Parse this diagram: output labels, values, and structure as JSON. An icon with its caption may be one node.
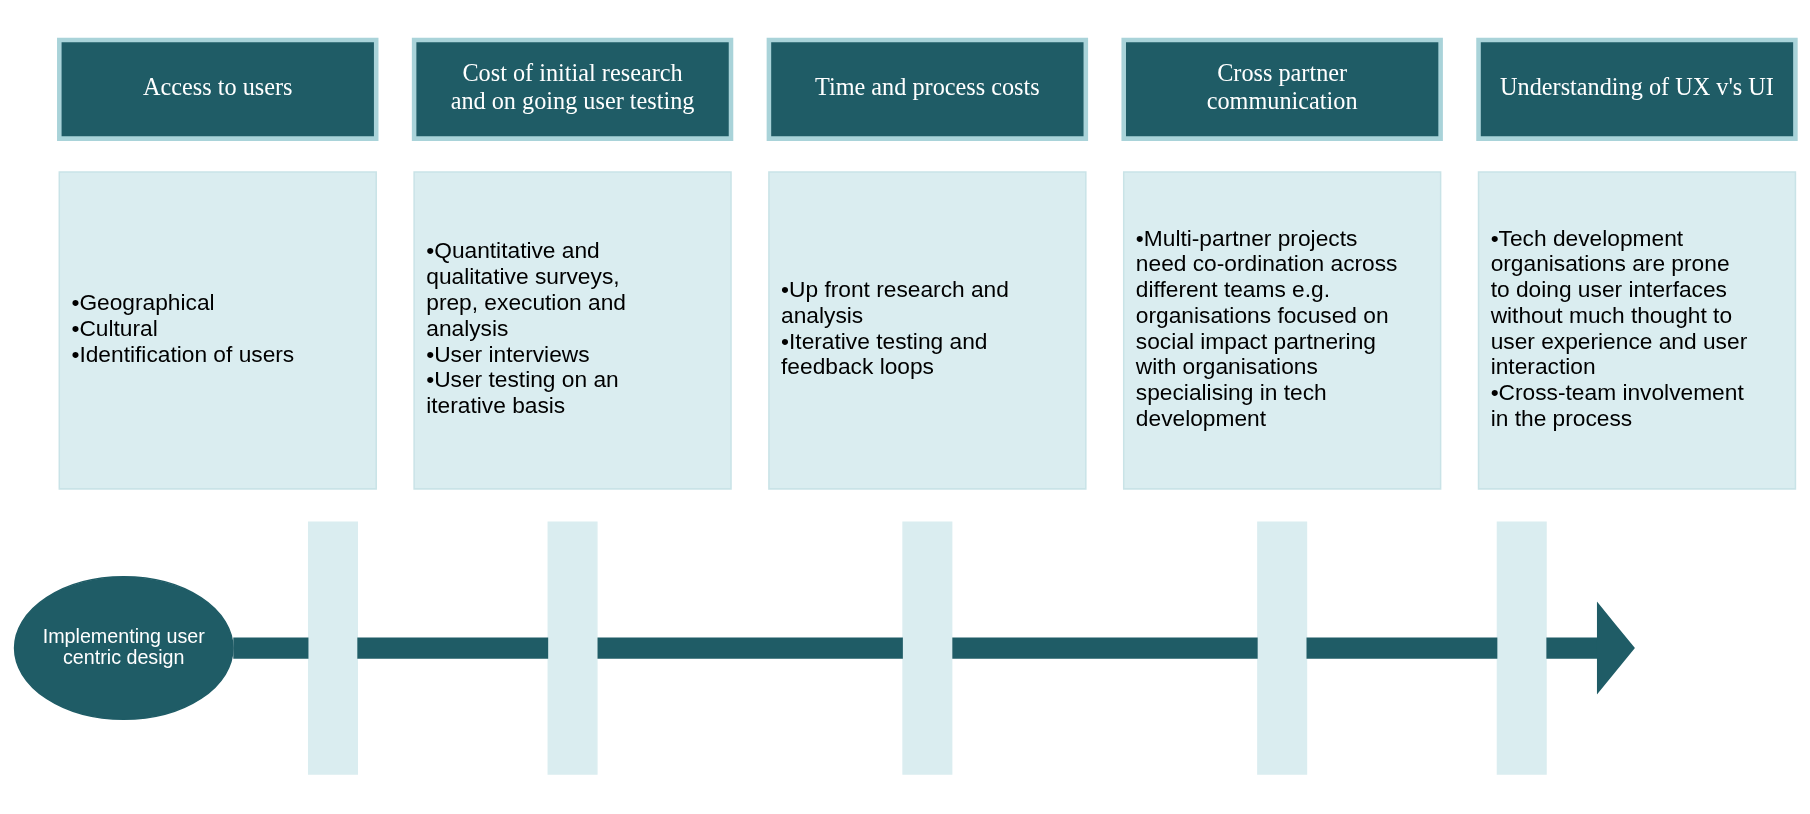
{
  "diagram": {
    "nodes": [
      {
        "text": [
          "Access to users"
        ]
      },
      {
        "text": [
          "•Geographical",
          "•Cultural",
          "•Identification of users"
        ]
      },
      {
        "text": [
          "Cost of initial research and on going user testing"
        ]
      },
      {
        "text": [
          "•Quantitative and qualitative surveys, prep, execution and analysis",
          "•User interviews",
          "•User testing on an iterative basis"
        ]
      },
      {
        "text": [
          "Time and process costs"
        ]
      },
      {
        "text": [
          "•Up front research and analysis",
          "•Iterative testing and feedback loops"
        ]
      },
      {
        "text": [
          "Cross partner communication"
        ]
      },
      {
        "text": [
          "•Multi-partner projects need co-ordination across different teams e.g. organisations focused on social impact partnering with organisations specialising in tech development"
        ]
      },
      {
        "text": [
          "Understanding of UX v's UI"
        ]
      },
      {
        "text": [
          "•Tech development organisations are prone to doing user interfaces without much thought to user experience and user interaction",
          "•Cross-team involvement in the process"
        ]
      },
      {
        "text": [
          "Implementing user centric design"
        ]
      },
      {
        "text": [],
        "shape": "bar"
      },
      {
        "text": [],
        "shape": "bar"
      },
      {
        "text": [],
        "shape": "bar"
      },
      {
        "text": [],
        "shape": "bar"
      },
      {
        "text": [],
        "shape": "bar"
      }
    ],
    "edges": [
      {
        "from": 10,
        "to": 11,
        "arrow": "none"
      },
      {
        "from": 11,
        "to": 12,
        "arrow": "none"
      },
      {
        "from": 12,
        "to": 13,
        "arrow": "none"
      },
      {
        "from": 13,
        "to": 14,
        "arrow": "none"
      },
      {
        "from": 14,
        "to": 15,
        "arrow": "none"
      },
      {
        "from": 15,
        "to": null,
        "arrow": "to"
      }
    ]
  }
}
